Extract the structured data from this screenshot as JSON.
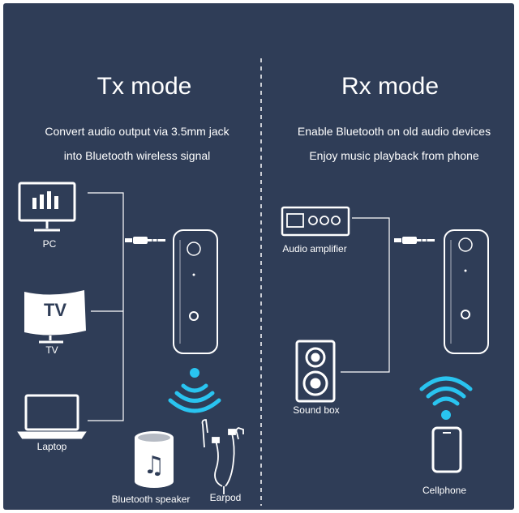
{
  "tx": {
    "title": "Tx mode",
    "desc_line1": "Convert audio output via 3.5mm jack",
    "desc_line2": "into Bluetooth wireless signal",
    "labels": {
      "pc": "PC",
      "tv": "TV",
      "laptop": "Laptop",
      "speaker": "Bluetooth speaker",
      "earpod": "Earpod"
    },
    "tv_screen_text": "TV"
  },
  "rx": {
    "title": "Rx mode",
    "desc_line1": "Enable Bluetooth on old audio devices",
    "desc_line2": "Enjoy music playback from phone",
    "labels": {
      "amplifier": "Audio amplifier",
      "soundbox": "Sound box",
      "cellphone": "Cellphone"
    }
  },
  "colors": {
    "background": "#2f3d57",
    "foreground": "#ffffff",
    "bluetooth_signal": "#29c4f0"
  }
}
